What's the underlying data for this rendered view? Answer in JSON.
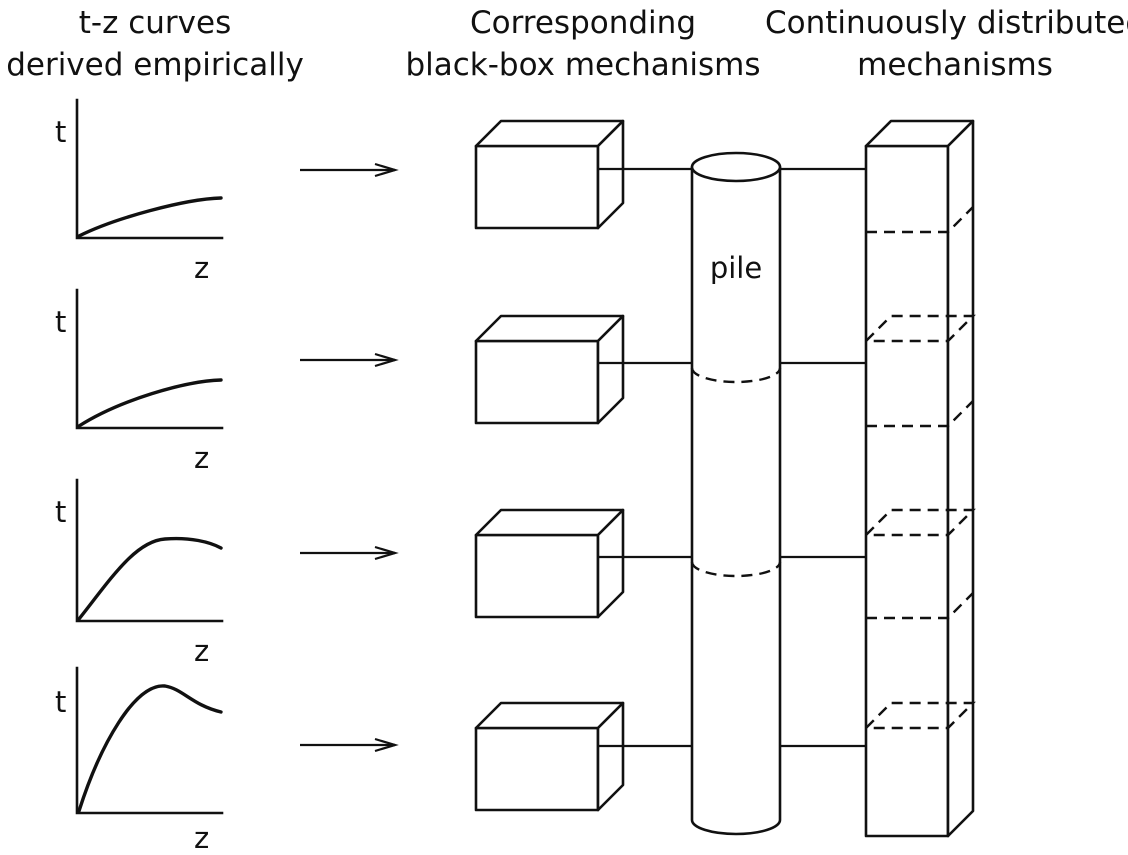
{
  "headers": {
    "col1": [
      "t-z curves",
      "derived empirically"
    ],
    "col2": [
      "Corresponding",
      "black-box mechanisms"
    ],
    "col3": [
      "Continuously distributed",
      "mechanisms"
    ]
  },
  "axis_labels": {
    "y": "t",
    "x": "z"
  },
  "pile_label": "pile",
  "curves": [
    {
      "shape": "gradual-rise"
    },
    {
      "shape": "gradual-rise"
    },
    {
      "shape": "rise-then-slight-softening"
    },
    {
      "shape": "peak-then-softening"
    }
  ]
}
